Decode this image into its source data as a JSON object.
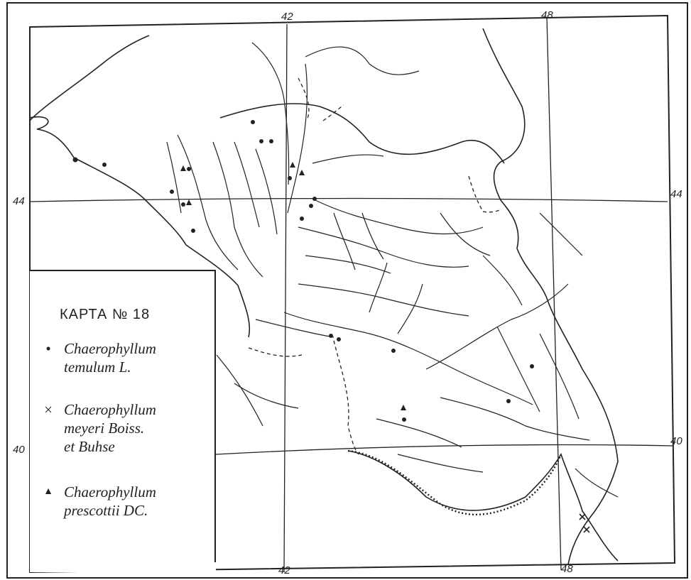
{
  "map": {
    "title": "КАРТА № 18",
    "latitude_labels": [
      "44",
      "40"
    ],
    "longitude_labels": [
      "42",
      "48"
    ],
    "grid_bottom_labels": [
      "42",
      "48"
    ],
    "legend": [
      {
        "symbol": "dot",
        "glyph": "•",
        "lines": [
          "Chaerophyllum",
          "temulum L."
        ]
      },
      {
        "symbol": "cross",
        "glyph": "×",
        "lines": [
          "Chaerophyllum",
          "meyeri Boiss.",
          "et Buhse"
        ]
      },
      {
        "symbol": "triangle",
        "glyph": "▲",
        "lines": [
          "Chaerophyllum",
          "prescottii DC."
        ]
      }
    ],
    "colors": {
      "ink": "#222222",
      "paper": "#ffffff"
    }
  }
}
